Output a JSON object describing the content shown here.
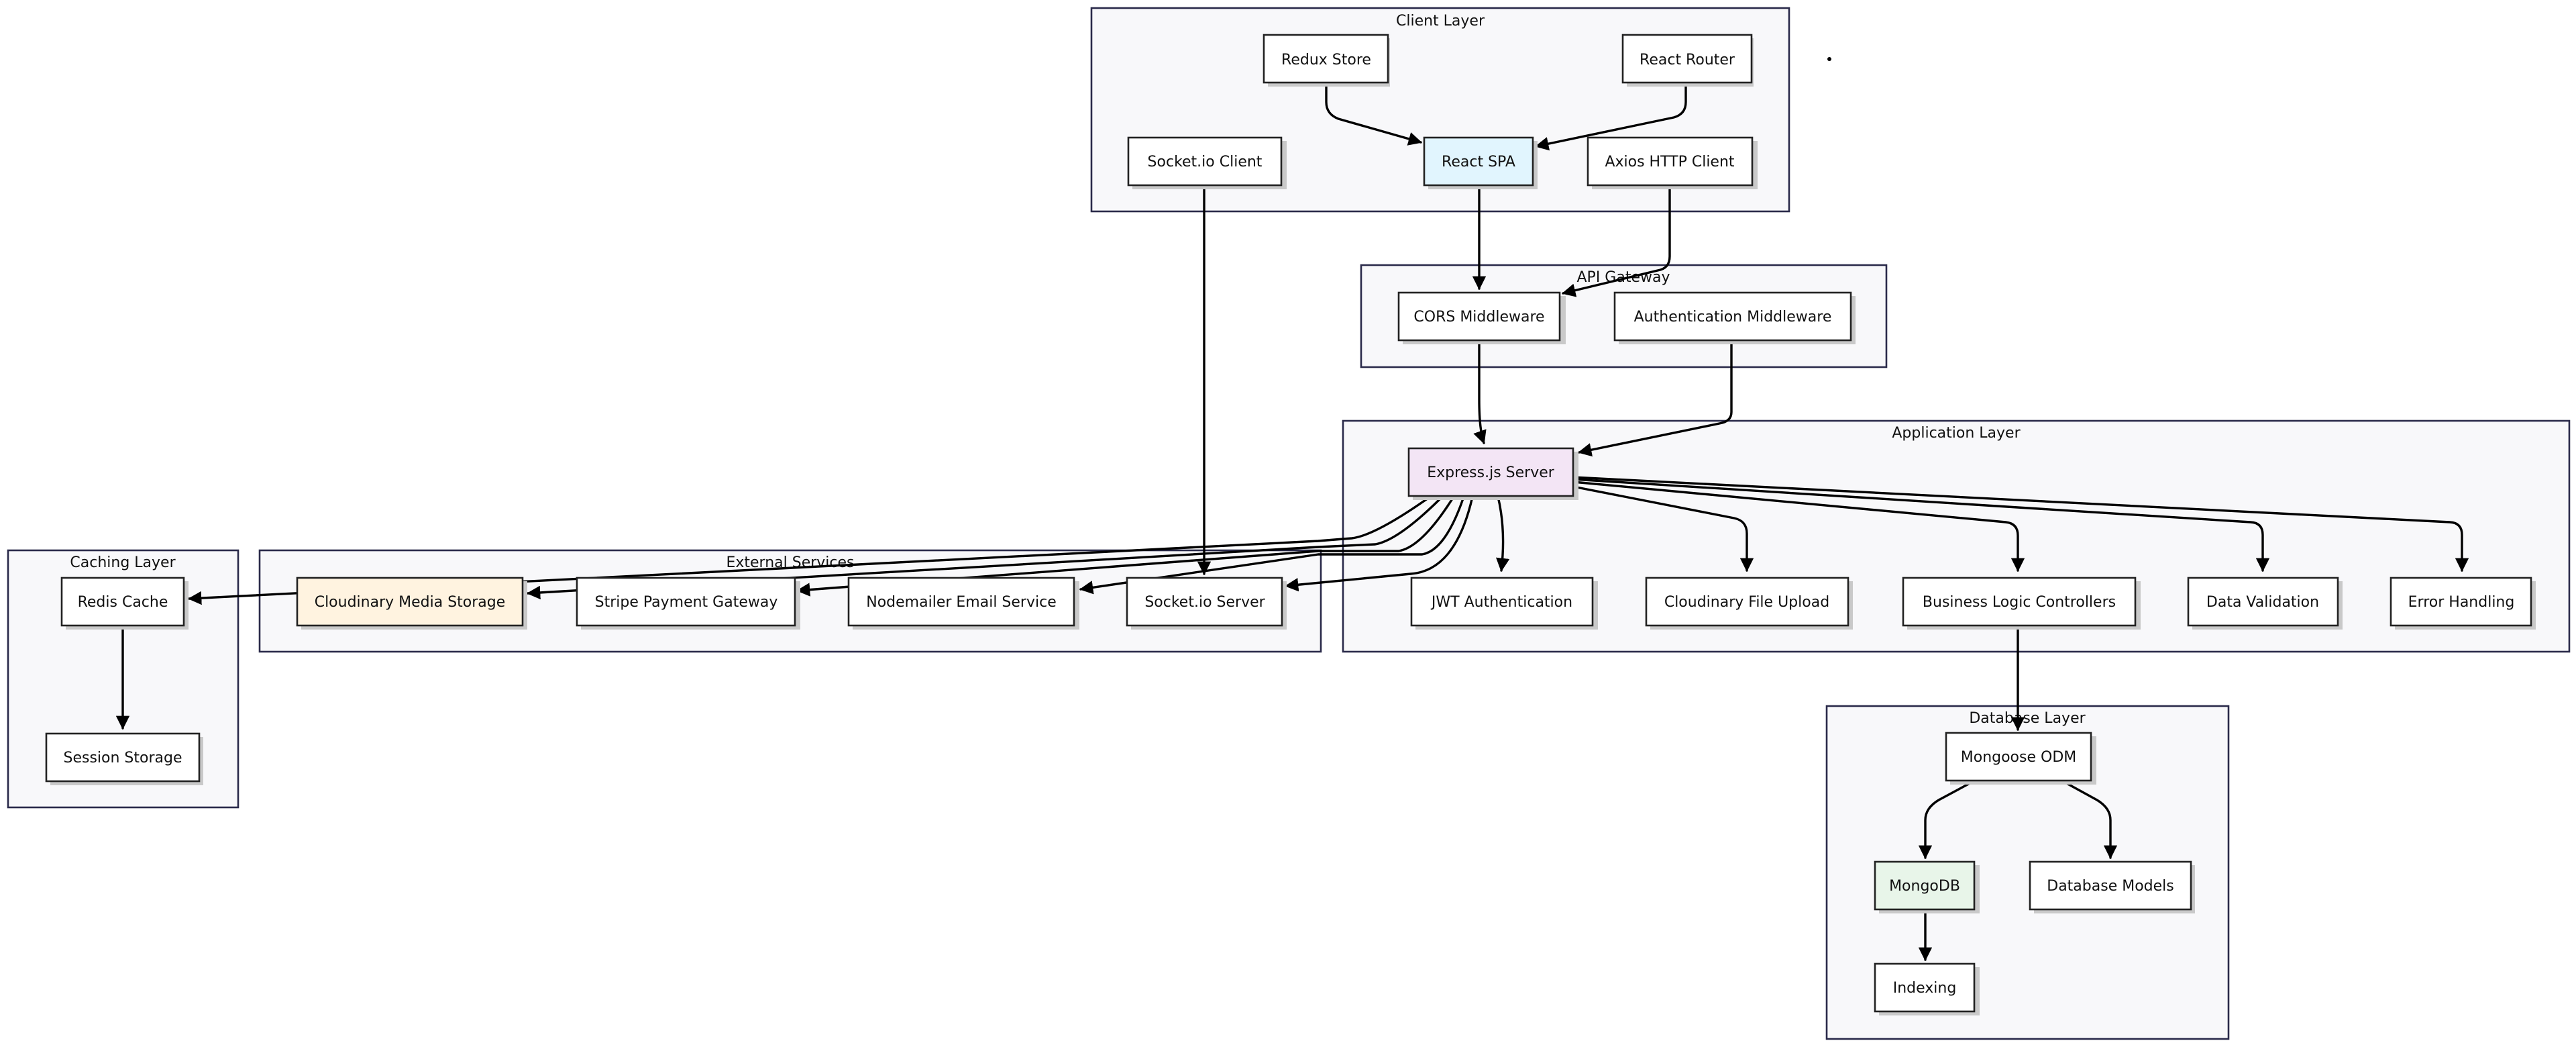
{
  "clusters": {
    "client": {
      "label": "Client Layer"
    },
    "gateway": {
      "label": "API Gateway"
    },
    "app": {
      "label": "Application Layer"
    },
    "external": {
      "label": "External Services"
    },
    "caching": {
      "label": "Caching Layer"
    },
    "database": {
      "label": "Database Layer"
    }
  },
  "nodes": {
    "redux": {
      "label": "Redux Store",
      "fill": "#ffffff"
    },
    "router": {
      "label": "React Router",
      "fill": "#ffffff"
    },
    "socket_client": {
      "label": "Socket.io Client",
      "fill": "#ffffff"
    },
    "react_spa": {
      "label": "React SPA",
      "fill": "#e1f5fe"
    },
    "axios": {
      "label": "Axios HTTP Client",
      "fill": "#ffffff"
    },
    "cors": {
      "label": "CORS Middleware",
      "fill": "#ffffff"
    },
    "auth_mw": {
      "label": "Authentication Middleware",
      "fill": "#ffffff"
    },
    "express": {
      "label": "Express.js Server",
      "fill": "#f3e5f5"
    },
    "jwt": {
      "label": "JWT Authentication",
      "fill": "#ffffff"
    },
    "cloud_upload": {
      "label": "Cloudinary File Upload",
      "fill": "#ffffff"
    },
    "controllers": {
      "label": "Business Logic Controllers",
      "fill": "#ffffff"
    },
    "validation": {
      "label": "Data Validation",
      "fill": "#ffffff"
    },
    "errors": {
      "label": "Error Handling",
      "fill": "#ffffff"
    },
    "socket_server": {
      "label": "Socket.io Server",
      "fill": "#ffffff"
    },
    "nodemailer": {
      "label": "Nodemailer Email Service",
      "fill": "#ffffff"
    },
    "stripe": {
      "label": "Stripe Payment Gateway",
      "fill": "#ffffff"
    },
    "cloud_media": {
      "label": "Cloudinary Media Storage",
      "fill": "#fff3e0"
    },
    "redis": {
      "label": "Redis Cache",
      "fill": "#ffffff"
    },
    "session": {
      "label": "Session Storage",
      "fill": "#ffffff"
    },
    "mongoose": {
      "label": "Mongoose ODM",
      "fill": "#ffffff"
    },
    "mongodb": {
      "label": "MongoDB",
      "fill": "#e8f5e9"
    },
    "models": {
      "label": "Database Models",
      "fill": "#ffffff"
    },
    "indexing": {
      "label": "Indexing",
      "fill": "#ffffff"
    }
  },
  "edges": [
    {
      "from": "redux",
      "to": "react_spa"
    },
    {
      "from": "router",
      "to": "react_spa"
    },
    {
      "from": "react_spa",
      "to": "cors"
    },
    {
      "from": "axios",
      "to": "cors"
    },
    {
      "from": "socket_client",
      "to": "socket_server"
    },
    {
      "from": "cors",
      "to": "express"
    },
    {
      "from": "auth_mw",
      "to": "express"
    },
    {
      "from": "express",
      "to": "jwt"
    },
    {
      "from": "express",
      "to": "cloud_upload"
    },
    {
      "from": "express",
      "to": "controllers"
    },
    {
      "from": "express",
      "to": "validation"
    },
    {
      "from": "express",
      "to": "errors"
    },
    {
      "from": "express",
      "to": "socket_server"
    },
    {
      "from": "express",
      "to": "nodemailer"
    },
    {
      "from": "express",
      "to": "stripe"
    },
    {
      "from": "express",
      "to": "cloud_media"
    },
    {
      "from": "express",
      "to": "redis"
    },
    {
      "from": "controllers",
      "to": "mongoose"
    },
    {
      "from": "mongoose",
      "to": "mongodb"
    },
    {
      "from": "mongoose",
      "to": "models"
    },
    {
      "from": "mongodb",
      "to": "indexing"
    },
    {
      "from": "redis",
      "to": "session"
    }
  ]
}
